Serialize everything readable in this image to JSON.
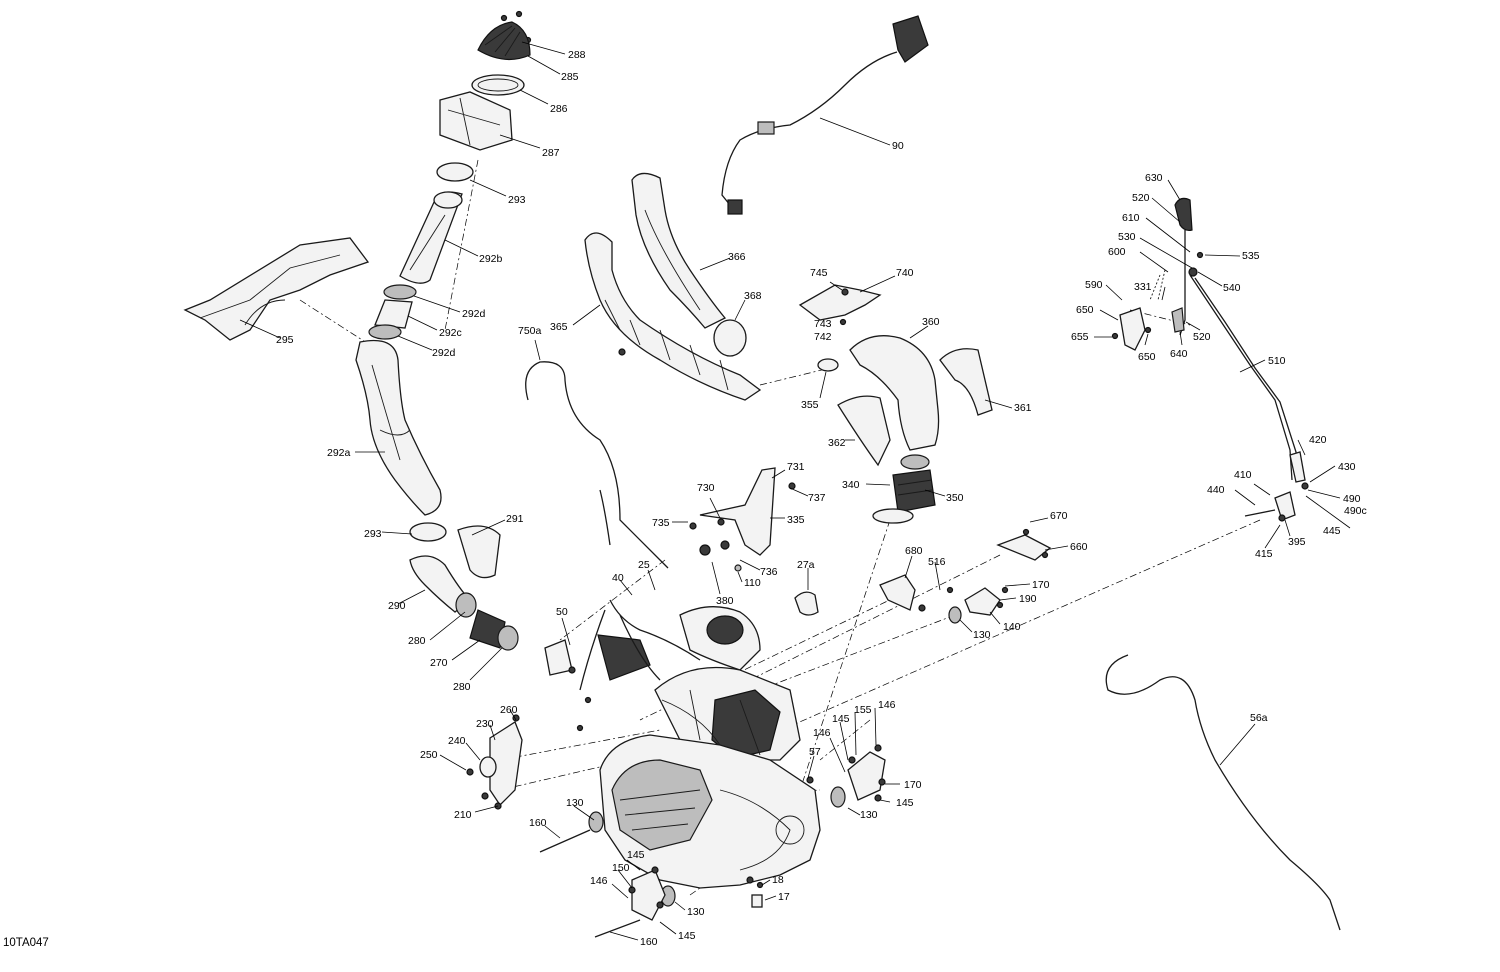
{
  "diagram": {
    "reference": "10TA047",
    "callouts": {
      "c288": "288",
      "c285": "285",
      "c286": "286",
      "c287": "287",
      "c293a": "293",
      "c292b": "292b",
      "c292d_a": "292d",
      "c292c": "292c",
      "c292d_b": "292d",
      "c295": "295",
      "c292a": "292a",
      "c293b": "293",
      "c291": "291",
      "c290": "290",
      "c280a": "280",
      "c270": "270",
      "c280b": "280",
      "c90": "90",
      "c366": "366",
      "c368": "368",
      "c365": "365",
      "c750a": "750a",
      "c745": "745",
      "c740": "740",
      "c743": "743",
      "c742": "742",
      "c360": "360",
      "c355": "355",
      "c361": "361",
      "c362": "362",
      "c340": "340",
      "c350": "350",
      "c730": "730",
      "c731": "731",
      "c737": "737",
      "c735": "735",
      "c335": "335",
      "c736": "736",
      "c110": "110",
      "c380": "380",
      "c27a": "27a",
      "c40": "40",
      "c25": "25",
      "c50": "50",
      "c670": "670",
      "c660": "660",
      "c680": "680",
      "c516": "516",
      "c170a": "170",
      "c190": "190",
      "c140": "140",
      "c130a": "130",
      "c630": "630",
      "c520a": "520",
      "c610": "610",
      "c530": "530",
      "c535": "535",
      "c600": "600",
      "c540": "540",
      "c331": "331",
      "c590": "590",
      "c650a": "650",
      "c655": "655",
      "c650b": "650",
      "c640": "640",
      "c520b": "520",
      "c510": "510",
      "c420": "420",
      "c430": "430",
      "c410": "410",
      "c440": "440",
      "c490": "490",
      "c490c": "490c",
      "c445": "445",
      "c395": "395",
      "c415": "415",
      "c56a": "56a",
      "c260": "260",
      "c230": "230",
      "c240": "240",
      "c250": "250",
      "c210": "210",
      "c130b": "130",
      "c160a": "160",
      "c145a": "145",
      "c155": "155",
      "c146a": "146",
      "c146b": "146",
      "c57": "57",
      "c170b": "170",
      "c145b": "145",
      "c130c": "130",
      "c145c": "145",
      "c150": "150",
      "c146c": "146",
      "c18": "18",
      "c17": "17",
      "c130d": "130",
      "c160b": "160",
      "c145d": "145"
    }
  }
}
